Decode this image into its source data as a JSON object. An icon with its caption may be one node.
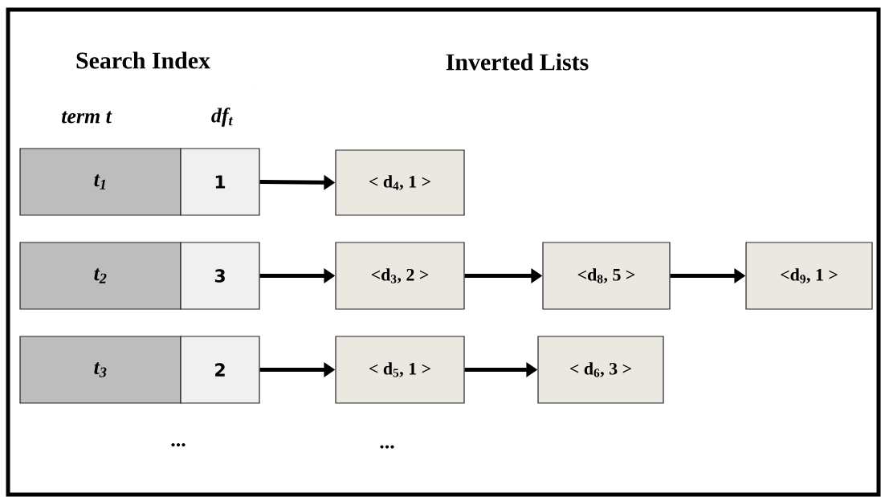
{
  "diagram": {
    "nodes": [
      {
        "text": [
          "t$_{1}$"
        ]
      },
      {
        "text": [
          "1"
        ]
      },
      {
        "text": [
          "< d$_{4}$, 1 >"
        ]
      },
      {
        "text": [
          "t$_{2}$"
        ]
      },
      {
        "text": [
          "3"
        ]
      },
      {
        "text": [
          "<d$_{3}$, 2 >"
        ]
      },
      {
        "text": [
          "<d$_{8}$, 5 >"
        ]
      },
      {
        "text": [
          "<d$_{9}$, 1 >"
        ]
      },
      {
        "text": [
          "t$_{3}$"
        ]
      },
      {
        "text": [
          "2"
        ]
      },
      {
        "text": [
          "< d$_{5}$, 1 >"
        ]
      },
      {
        "text": [
          "< d$_{6}$, 3 >"
        ]
      }
    ],
    "edges": [
      {
        "from": 1,
        "to": 2,
        "arrow": "to"
      },
      {
        "from": 4,
        "to": 5,
        "arrow": "to"
      },
      {
        "from": 5,
        "to": 6,
        "arrow": "to"
      },
      {
        "from": 6,
        "to": 7,
        "arrow": "to"
      },
      {
        "from": 9,
        "to": 10,
        "arrow": "to"
      },
      {
        "from": 10,
        "to": 11,
        "arrow": "to"
      }
    ],
    "labels": [
      "Search Index",
      "Inverted Lists",
      "term t",
      "df$_{t}$",
      "...",
      "..."
    ]
  }
}
